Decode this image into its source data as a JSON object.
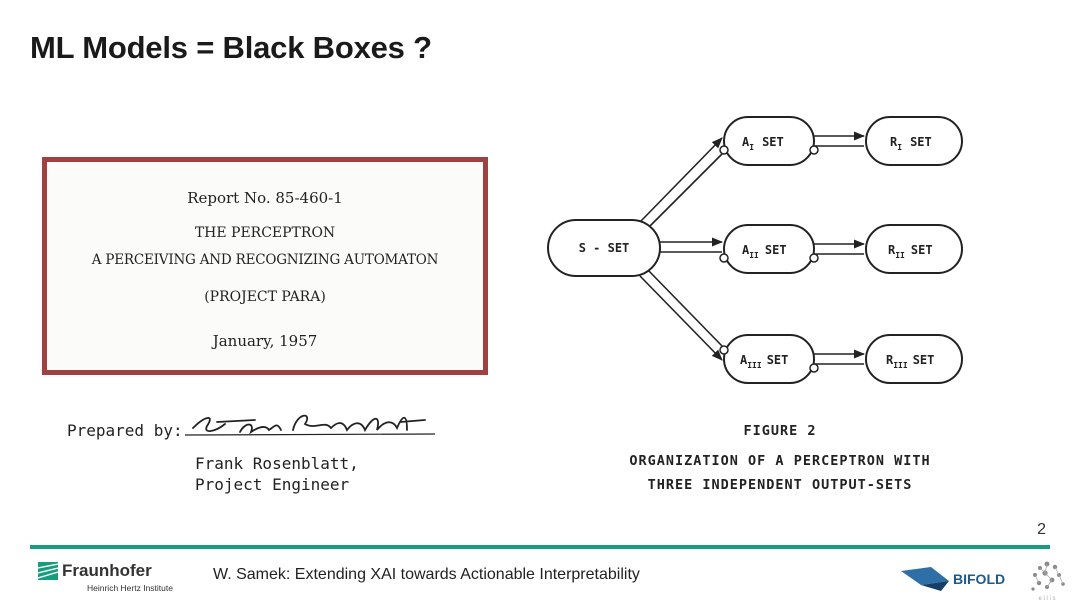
{
  "slide": {
    "title": "ML Models = Black Boxes ?",
    "page_number": "2"
  },
  "report": {
    "report_no": "Report No. 85-460-1",
    "title": "THE PERCEPTRON",
    "subtitle": "A PERCEIVING AND RECOGNIZING AUTOMATON",
    "project": "(PROJECT PARA)",
    "date": "January, 1957",
    "prepared_by": "Prepared by:",
    "author_name": "Frank Rosenblatt,",
    "author_role": "Project Engineer"
  },
  "diagram": {
    "s_set": "S - SET",
    "a_nodes": [
      {
        "main": "A",
        "sub": "I",
        "tail": "SET"
      },
      {
        "main": "A",
        "sub": "II",
        "tail": "SET"
      },
      {
        "main": "A",
        "sub": "III",
        "tail": "SET"
      }
    ],
    "r_nodes": [
      {
        "main": "R",
        "sub": "I",
        "tail": "SET"
      },
      {
        "main": "R",
        "sub": "II",
        "tail": "SET"
      },
      {
        "main": "R",
        "sub": "III",
        "tail": "SET"
      }
    ],
    "figure_label": "FIGURE 2",
    "caption_line1": "ORGANIZATION OF A PERCEPTRON WITH",
    "caption_line2": "THREE INDEPENDENT OUTPUT-SETS"
  },
  "footer": {
    "org_name": "Fraunhofer",
    "org_sub": "Heinrich Hertz Institute",
    "text": "W. Samek: Extending XAI towards Actionable Interpretability",
    "partner": "BIFOLD",
    "accent_color": "#179c7d"
  }
}
